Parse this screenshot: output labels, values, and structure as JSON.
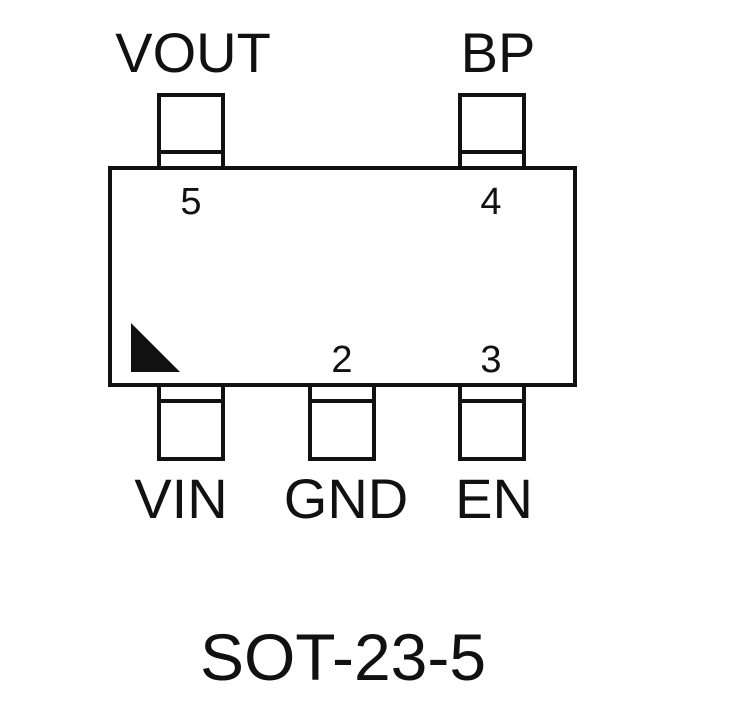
{
  "package": {
    "name": "SOT-23-5",
    "pin1_marker": "triangle"
  },
  "pins": {
    "p1": {
      "number": "",
      "name": "VIN"
    },
    "p2": {
      "number": "2",
      "name": "GND"
    },
    "p3": {
      "number": "3",
      "name": "EN"
    },
    "p4": {
      "number": "4",
      "name": "BP"
    },
    "p5": {
      "number": "5",
      "name": "VOUT"
    }
  },
  "colors": {
    "stroke": "#111111",
    "background": "#ffffff"
  }
}
